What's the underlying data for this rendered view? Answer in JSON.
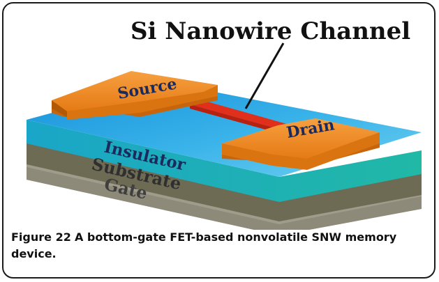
{
  "diagram": {
    "title": "Si Nanowire Channel",
    "labels": {
      "source": "Source",
      "drain": "Drain",
      "insulator": "Insulator",
      "substrate": "Substrate",
      "gate": "Gate"
    },
    "colors": {
      "electrode": "#f08a25",
      "electrode_edge": "#b35a00",
      "nanowire": "#e0301c",
      "insulator_top": "#2aa5e0",
      "insulator_side": "#1e9a9a",
      "substrate": "#6b6a52",
      "gate": "#9e9a8a",
      "label_text": "#1a2a5c"
    }
  },
  "caption": {
    "number": "Figure 22",
    "text": "A bottom-gate FET-based nonvolatile SNW memory device."
  }
}
